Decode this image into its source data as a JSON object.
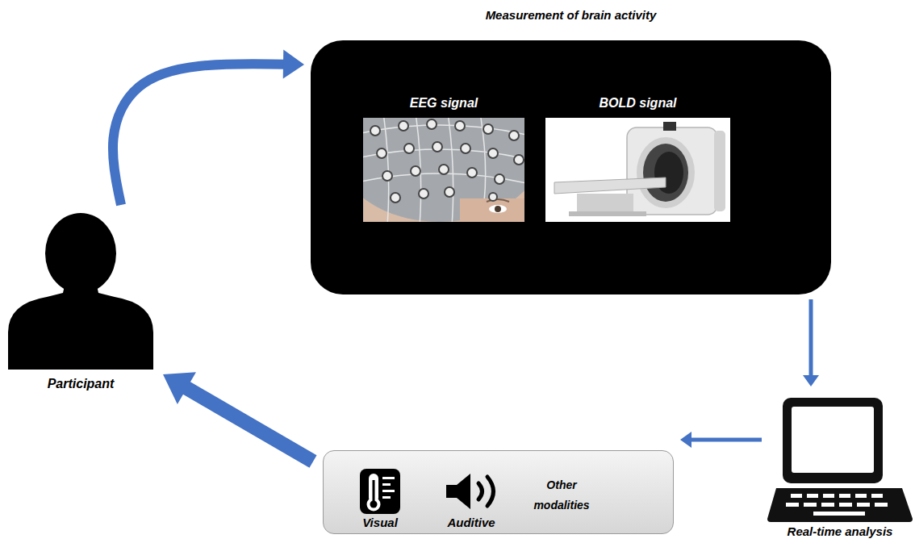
{
  "diagram": {
    "nodes": [
      {
        "text": [
          "Measurement of brain activity",
          "EEG signal",
          "BOLD signal"
        ]
      },
      {
        "text": [
          "Participant"
        ]
      },
      {
        "text": [
          "Real-time analysis"
        ]
      },
      {
        "text": [
          "Visual",
          "Auditive",
          "Other modalities"
        ]
      }
    ],
    "edges": [
      {
        "from": 1,
        "to": 0,
        "arrow": "to"
      },
      {
        "from": 0,
        "to": 2,
        "arrow": "to"
      },
      {
        "from": 2,
        "to": 3,
        "arrow": "to"
      },
      {
        "from": 3,
        "to": 1,
        "arrow": "to"
      }
    ]
  }
}
